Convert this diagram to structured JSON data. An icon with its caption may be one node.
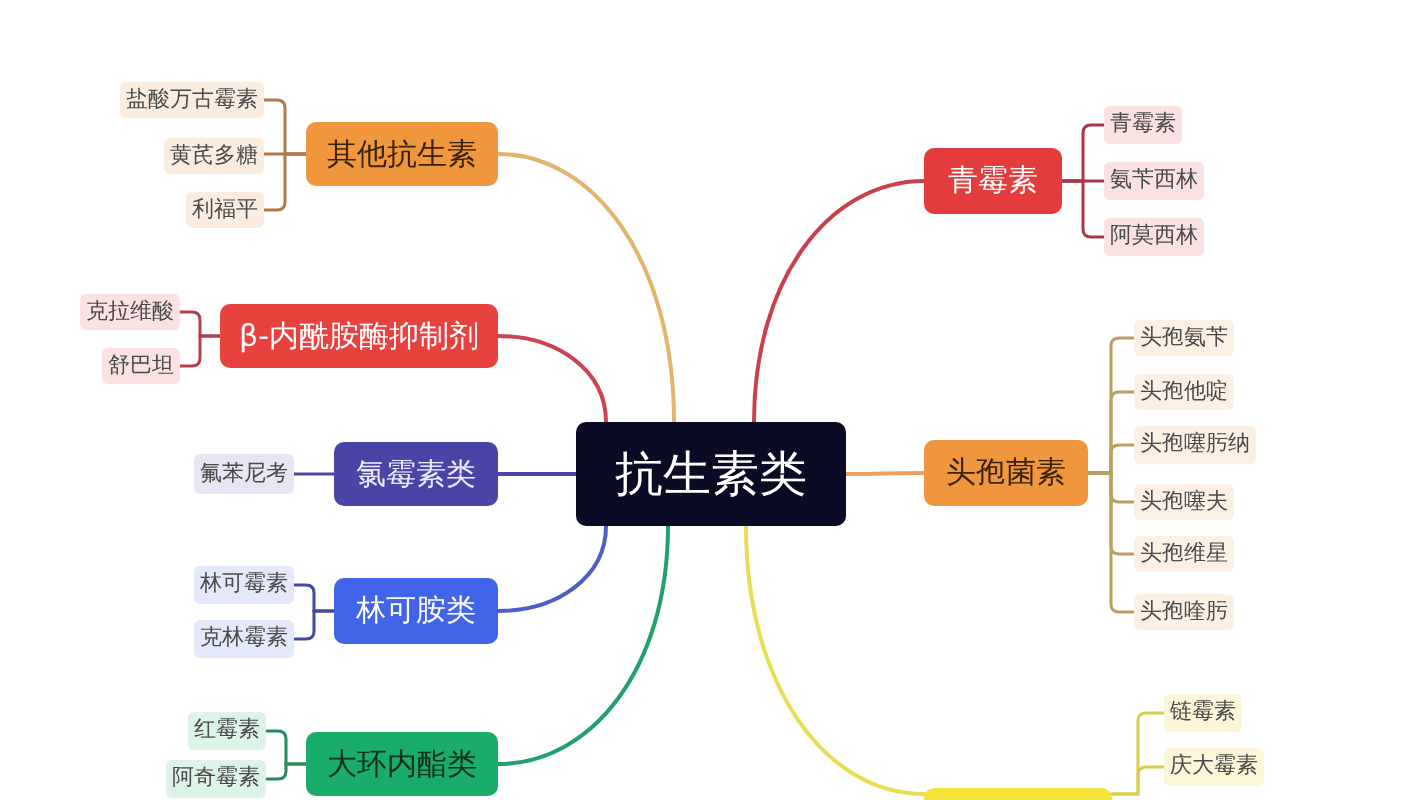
{
  "diagram": {
    "nodes": [
      {
        "text": [
          "抗生素类"
        ]
      },
      {
        "text": [
          "其他抗生素"
        ]
      },
      {
        "text": [
          "盐酸万古霉素"
        ]
      },
      {
        "text": [
          "黄芪多糖"
        ]
      },
      {
        "text": [
          "利福平"
        ]
      },
      {
        "text": [
          "β-内酰胺酶抑制剂"
        ]
      },
      {
        "text": [
          "克拉维酸"
        ]
      },
      {
        "text": [
          "舒巴坦"
        ]
      },
      {
        "text": [
          "氯霉素类"
        ]
      },
      {
        "text": [
          "氟苯尼考"
        ]
      },
      {
        "text": [
          "林可胺类"
        ]
      },
      {
        "text": [
          "林可霉素"
        ]
      },
      {
        "text": [
          "克林霉素"
        ]
      },
      {
        "text": [
          "大环内酯类"
        ]
      },
      {
        "text": [
          "红霉素"
        ]
      },
      {
        "text": [
          "阿奇霉素"
        ]
      },
      {
        "text": [
          "青霉素"
        ]
      },
      {
        "text": [
          "青霉素"
        ]
      },
      {
        "text": [
          "氨苄西林"
        ]
      },
      {
        "text": [
          "阿莫西林"
        ]
      },
      {
        "text": [
          "头孢菌素"
        ]
      },
      {
        "text": [
          "头孢氨苄"
        ]
      },
      {
        "text": [
          "头孢他啶"
        ]
      },
      {
        "text": [
          "头孢噻肟纳"
        ]
      },
      {
        "text": [
          "头孢噻夫"
        ]
      },
      {
        "text": [
          "头孢维星"
        ]
      },
      {
        "text": [
          "头孢喹肟"
        ]
      },
      {
        "text": [],
        "shape": "box"
      },
      {
        "text": [
          "链霉素"
        ]
      },
      {
        "text": [
          "庆大霉素"
        ]
      }
    ],
    "edges": [
      {
        "from": 0,
        "to": 1,
        "arrow": "none",
        "color": "#e3b46e"
      },
      {
        "from": 0,
        "to": 5,
        "arrow": "none",
        "color": "#c94455"
      },
      {
        "from": 0,
        "to": 8,
        "arrow": "none",
        "color": "#4c47a6"
      },
      {
        "from": 0,
        "to": 10,
        "arrow": "none",
        "color": "#4f5cc9"
      },
      {
        "from": 0,
        "to": 13,
        "arrow": "none",
        "color": "#22a06b"
      },
      {
        "from": 0,
        "to": 16,
        "arrow": "none",
        "color": "#c8404e"
      },
      {
        "from": 0,
        "to": 20,
        "arrow": "none",
        "color": "#eaa25c"
      },
      {
        "from": 0,
        "to": 27,
        "arrow": "none",
        "color": "#e6df55"
      },
      {
        "from": 1,
        "to": 2,
        "arrow": "none",
        "color": "#b07a4a"
      },
      {
        "from": 1,
        "to": 3,
        "arrow": "none",
        "color": "#b07a4a"
      },
      {
        "from": 1,
        "to": 4,
        "arrow": "none",
        "color": "#b07a4a"
      },
      {
        "from": 5,
        "to": 6,
        "arrow": "none",
        "color": "#b0404e"
      },
      {
        "from": 5,
        "to": 7,
        "arrow": "none",
        "color": "#b0404e"
      },
      {
        "from": 8,
        "to": 9,
        "arrow": "none",
        "color": "#4c47a6"
      },
      {
        "from": 10,
        "to": 11,
        "arrow": "none",
        "color": "#3f4aa0"
      },
      {
        "from": 10,
        "to": 12,
        "arrow": "none",
        "color": "#3f4aa0"
      },
      {
        "from": 13,
        "to": 14,
        "arrow": "none",
        "color": "#2a8a5e"
      },
      {
        "from": 13,
        "to": 15,
        "arrow": "none",
        "color": "#2a8a5e"
      },
      {
        "from": 16,
        "to": 17,
        "arrow": "none",
        "color": "#a8384a"
      },
      {
        "from": 16,
        "to": 18,
        "arrow": "none",
        "color": "#a8384a"
      },
      {
        "from": 16,
        "to": 19,
        "arrow": "none",
        "color": "#a8384a"
      },
      {
        "from": 20,
        "to": 21,
        "arrow": "none",
        "color": "#b8a060"
      },
      {
        "from": 20,
        "to": 22,
        "arrow": "none",
        "color": "#b8a060"
      },
      {
        "from": 20,
        "to": 23,
        "arrow": "none",
        "color": "#b8a060"
      },
      {
        "from": 20,
        "to": 24,
        "arrow": "none",
        "color": "#b8a060"
      },
      {
        "from": 20,
        "to": 25,
        "arrow": "none",
        "color": "#b8a060"
      },
      {
        "from": 20,
        "to": 26,
        "arrow": "none",
        "color": "#b8a060"
      },
      {
        "from": 27,
        "to": 28,
        "arrow": "none",
        "color": "#d8cf48"
      },
      {
        "from": 27,
        "to": 29,
        "arrow": "none",
        "color": "#d8cf48"
      }
    ]
  }
}
